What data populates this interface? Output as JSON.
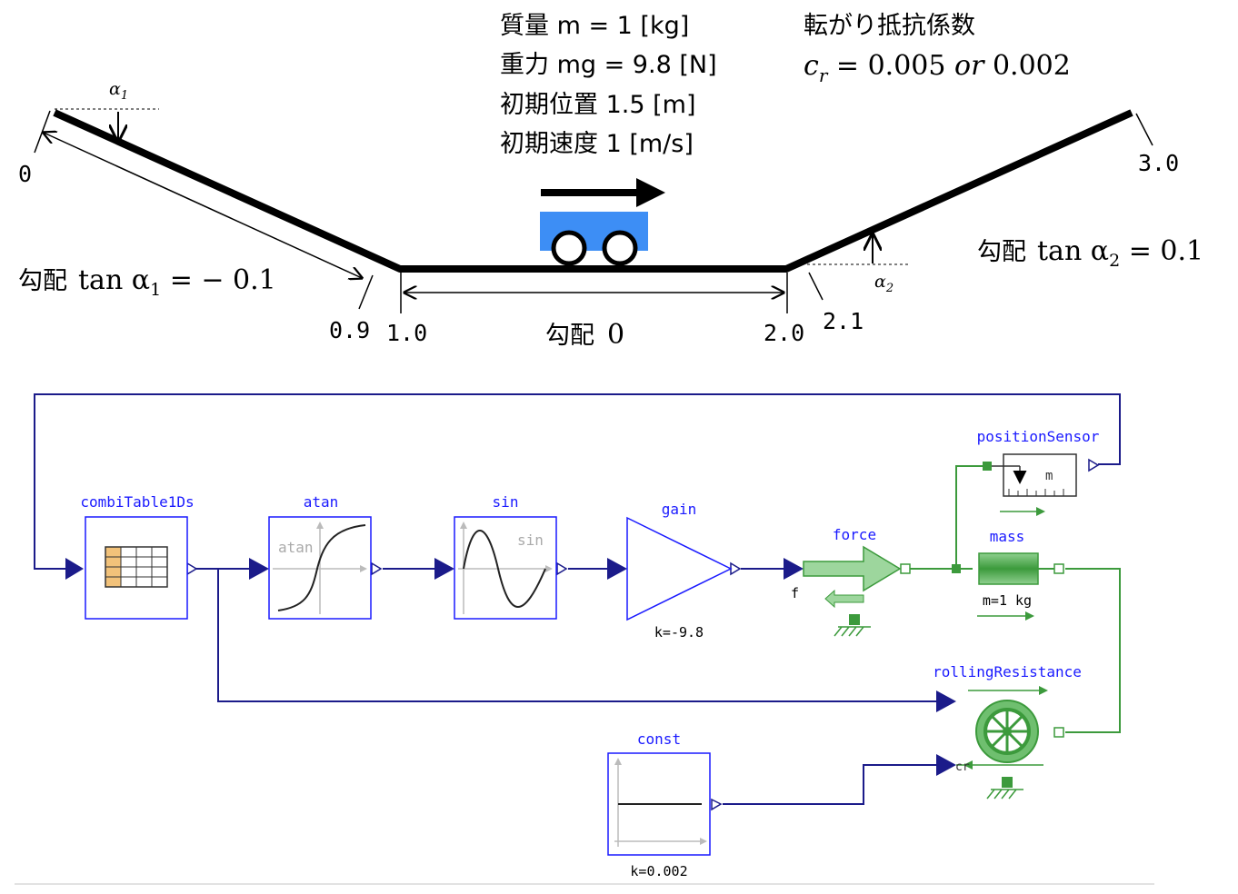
{
  "physics": {
    "mass_label": "質量 m = 1 [kg]",
    "gravity_label": "重力 mg = 9.8 [N]",
    "init_pos_label": "初期位置 1.5 [m]",
    "init_vel_label": "初期速度 1 [m/s]",
    "rr_title": "転がり抵抗係数",
    "cr_symbol": "c",
    "cr_subscript": "r",
    "cr_value": " = 0.005 ",
    "cr_or": "or",
    "cr_value2": " 0.002"
  },
  "slope": {
    "left_prefix": "勾配",
    "left_formula": "tan α",
    "left_subscript": "1",
    "left_value": " = − 0.1",
    "right_prefix": "勾配",
    "right_formula": "tan α",
    "right_subscript": "2",
    "right_value": " = 0.1",
    "middle_prefix": "勾配",
    "middle_value": "0",
    "alpha1": "α",
    "alpha1_sub": "1",
    "alpha2": "α",
    "alpha2_sub": "2"
  },
  "positions": {
    "p0": "0",
    "p09": "0.9",
    "p10": "1.0",
    "p20": "2.0",
    "p21": "2.1",
    "p30": "3.0"
  },
  "blocks": {
    "combiTable": {
      "name": "combiTable1Ds"
    },
    "atan": {
      "name": "atan",
      "inner": "atan"
    },
    "sin": {
      "name": "sin",
      "inner": "sin"
    },
    "gain": {
      "name": "gain",
      "param": "k=-9.8"
    },
    "force": {
      "name": "force",
      "port": "f"
    },
    "positionSensor": {
      "name": "positionSensor",
      "inner": "m"
    },
    "mass": {
      "name": "mass",
      "param": "m=1 kg"
    },
    "rollingResistance": {
      "name": "rollingResistance",
      "port": "cr"
    },
    "const": {
      "name": "const",
      "param": "k=0.002"
    }
  },
  "colors": {
    "signal": "#1b1b8a",
    "blockBorder": "#1a1aff",
    "mech": "#3c9a3c",
    "cart": "#3d8ef5",
    "tableHeader": "#f2c27a"
  }
}
